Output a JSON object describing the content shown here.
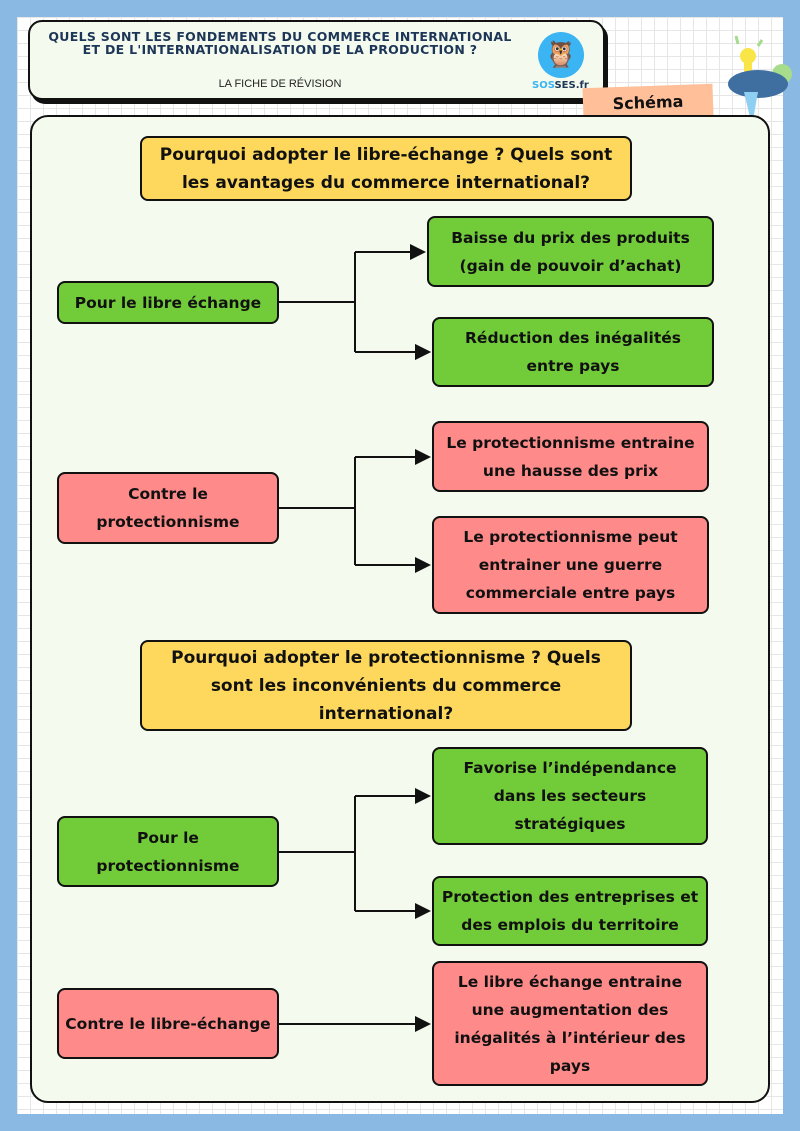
{
  "header": {
    "title": "QUELS SONT LES FONDEMENTS DU COMMERCE INTERNATIONAL ET DE L'INTERNATIONALISATION DE LA PRODUCTION ?",
    "subtitle": "LA FICHE DE RÉVISION",
    "logo_sos": "SOS",
    "logo_ses": "SES.fr"
  },
  "tag": "Schéma",
  "section1": {
    "question": "Pourquoi adopter le libre-échange ? Quels sont les avantages du commerce international?",
    "pour": {
      "label": "Pour le libre échange",
      "items": [
        "Baisse du prix des produits (gain de pouvoir d’achat)",
        "Réduction des inégalités entre pays"
      ]
    },
    "contre": {
      "label": "Contre le protectionnisme",
      "items": [
        "Le protectionnisme entraine une hausse des prix",
        "Le protectionnisme peut entrainer une guerre commerciale entre pays"
      ]
    }
  },
  "section2": {
    "question": "Pourquoi adopter le protectionnisme ? Quels sont les inconvénients du commerce international?",
    "pour": {
      "label": "Pour le protectionnisme",
      "items": [
        "Favorise l’indépendance dans les secteurs stratégiques",
        "Protection des entreprises et des emplois du territoire"
      ]
    },
    "contre": {
      "label": "Contre le libre-échange",
      "items": [
        "Le libre échange entraine une augmentation des inégalités à l’intérieur des pays"
      ]
    }
  }
}
